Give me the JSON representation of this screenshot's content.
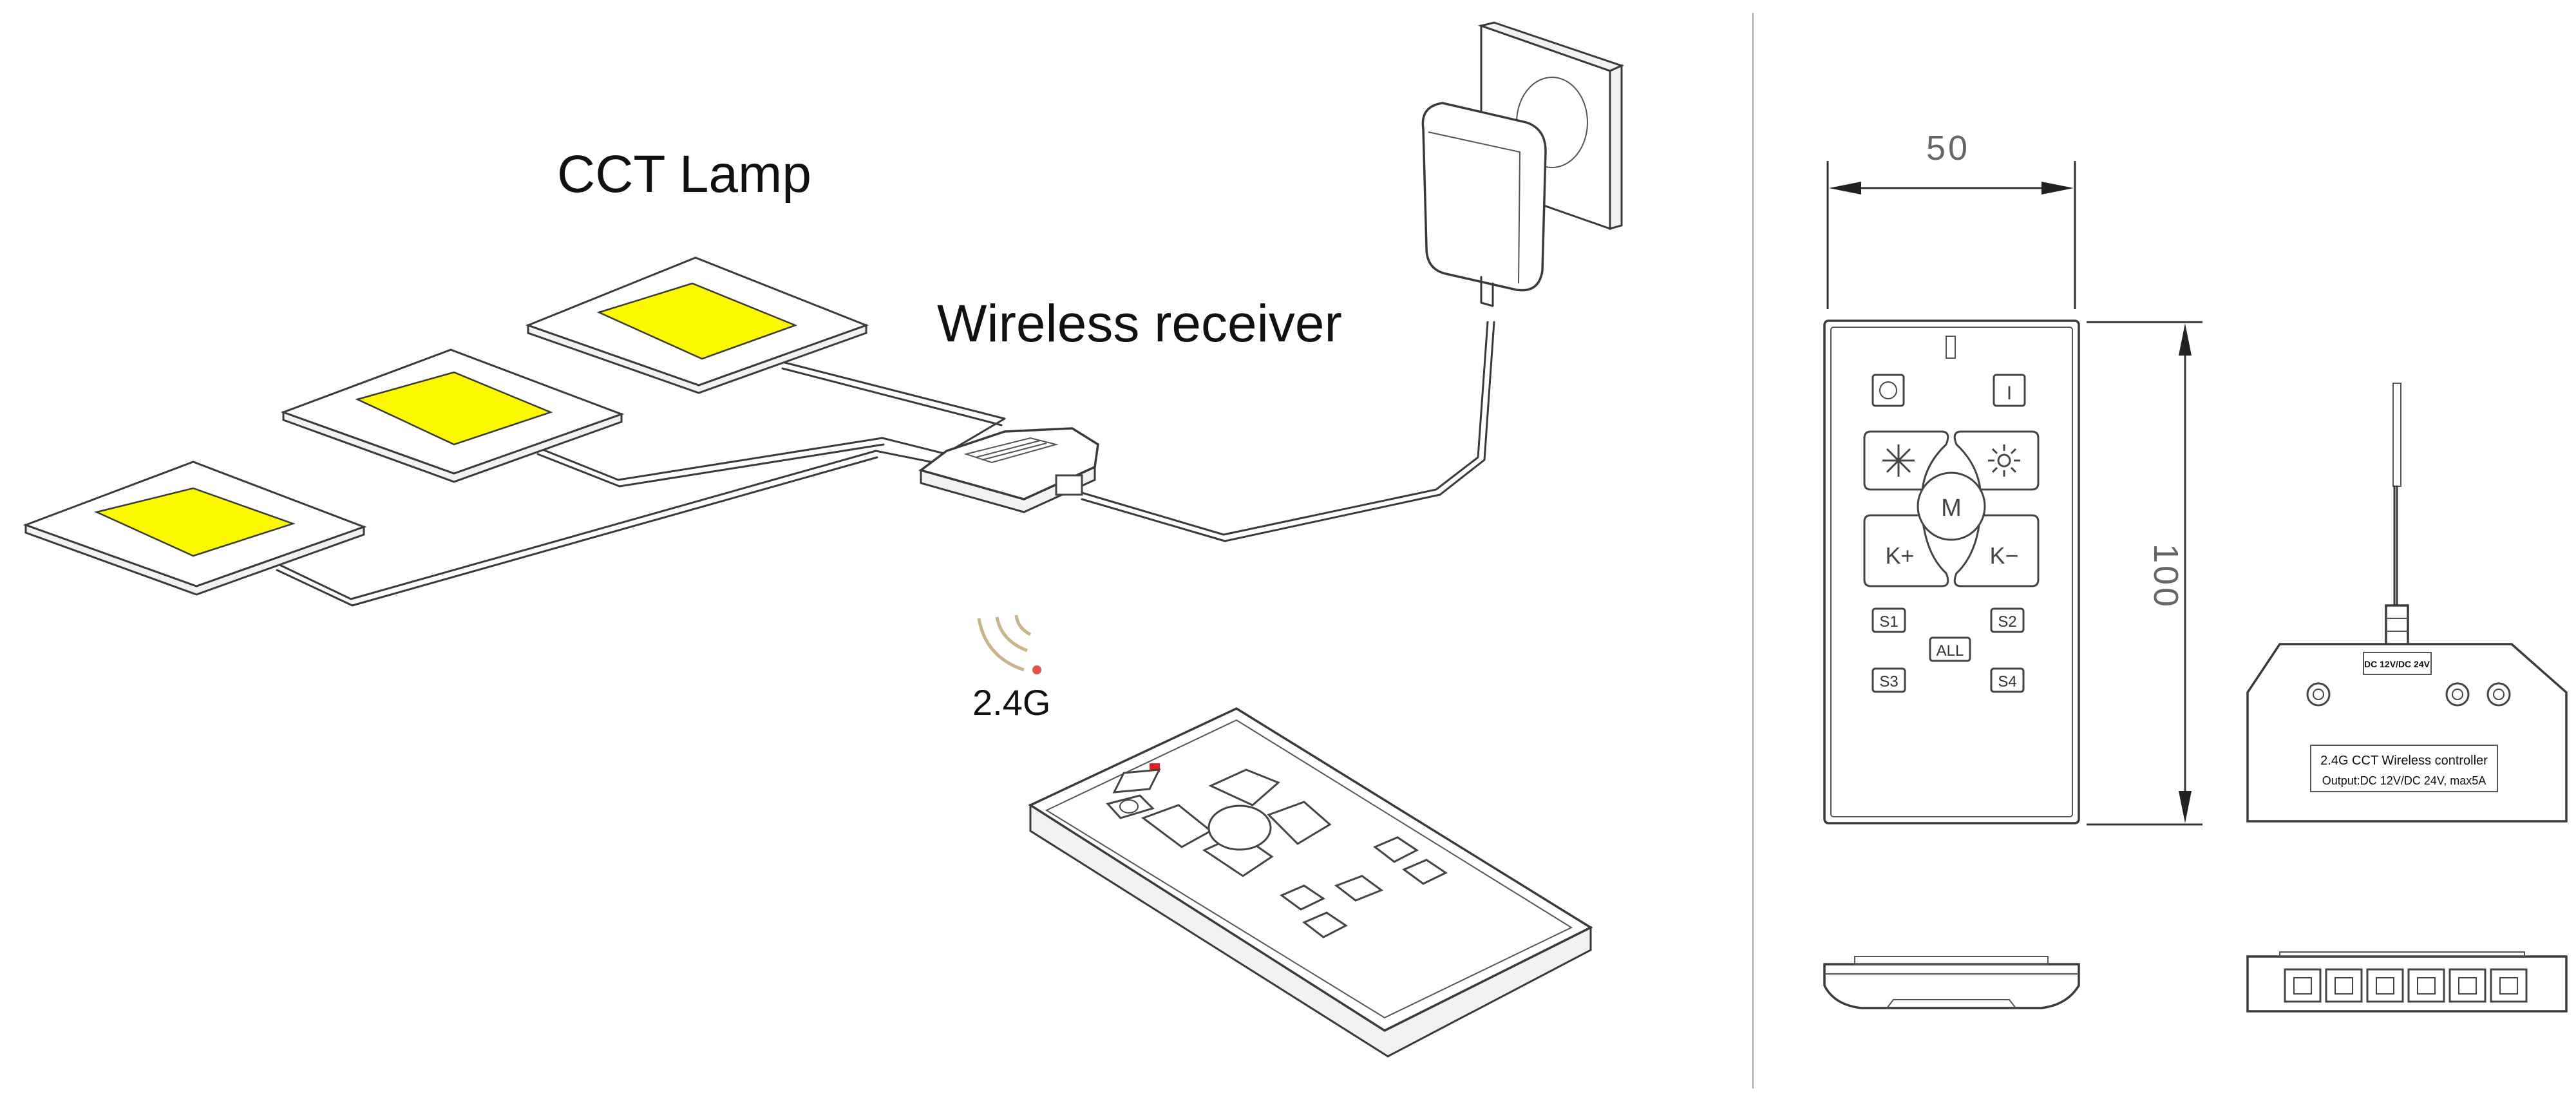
{
  "labels": {
    "cct_lamp": "CCT Lamp",
    "wireless_receiver": "Wireless receiver",
    "frequency": "2.4G"
  },
  "dimensions": {
    "width_mm": "50",
    "height_mm": "100"
  },
  "remote_buttons": {
    "on": "I",
    "mode": "M",
    "k_plus": "K+",
    "k_minus": "K−",
    "s1": "S1",
    "s2": "S2",
    "s3": "S3",
    "s4": "S4",
    "all": "ALL"
  },
  "receiver": {
    "input_label": "DC 12V/DC 24V",
    "name": "2.4G CCT Wireless controller",
    "output": "Output:DC 12V/DC 24V, max5A"
  },
  "colors": {
    "led_panel": "#fcf800",
    "indicator": "#e02020",
    "line": "#3a3a3a"
  }
}
